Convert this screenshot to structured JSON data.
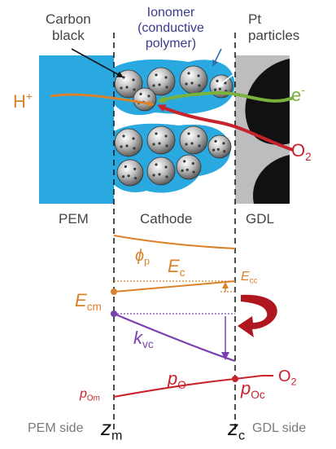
{
  "colors": {
    "pem": "#29a9e0",
    "ionomer": "#29a9e0",
    "pt_gray": "#bdbdbd",
    "gdl_black": "#111111",
    "proton": "#d9822b",
    "electron": "#7ab23e",
    "oxygen": "#c8232c",
    "potential": "#d9822b",
    "kvc": "#7b3fb0",
    "ionomer_text": "#3a3a8c",
    "rotate_arrow": "#b0161e"
  },
  "labels": {
    "carbon_black": [
      "Carbon",
      "black"
    ],
    "ionomer": [
      "Ionomer",
      "(conductive",
      "polymer)"
    ],
    "pt_particles": [
      "Pt",
      "particles"
    ],
    "proton": "H",
    "proton_sup": "+",
    "electron": "e",
    "electron_sup": "-",
    "oxygen": "O",
    "oxygen_sub": "2",
    "pem": "PEM",
    "cathode": "Cathode",
    "gdl": "GDL",
    "phi": "ϕ",
    "phi_sub": "p",
    "ec": "E",
    "ec_sub": "c",
    "ecm": "E",
    "ecm_sub": "cm",
    "ecc": "E",
    "ecc_sub": "cc",
    "kvc": "k",
    "kvc_sub": "vc",
    "po": "p",
    "po_sub": "O",
    "pom": "p",
    "pom_sub": "Om",
    "poc": "p",
    "poc_sub": "Oc",
    "o2_right": "O",
    "o2_right_sub": "2",
    "pem_side": "PEM side",
    "zm": "z",
    "zm_sub": "m",
    "zc": "z",
    "zc_sub": "c",
    "gdl_side": "GDL side"
  }
}
